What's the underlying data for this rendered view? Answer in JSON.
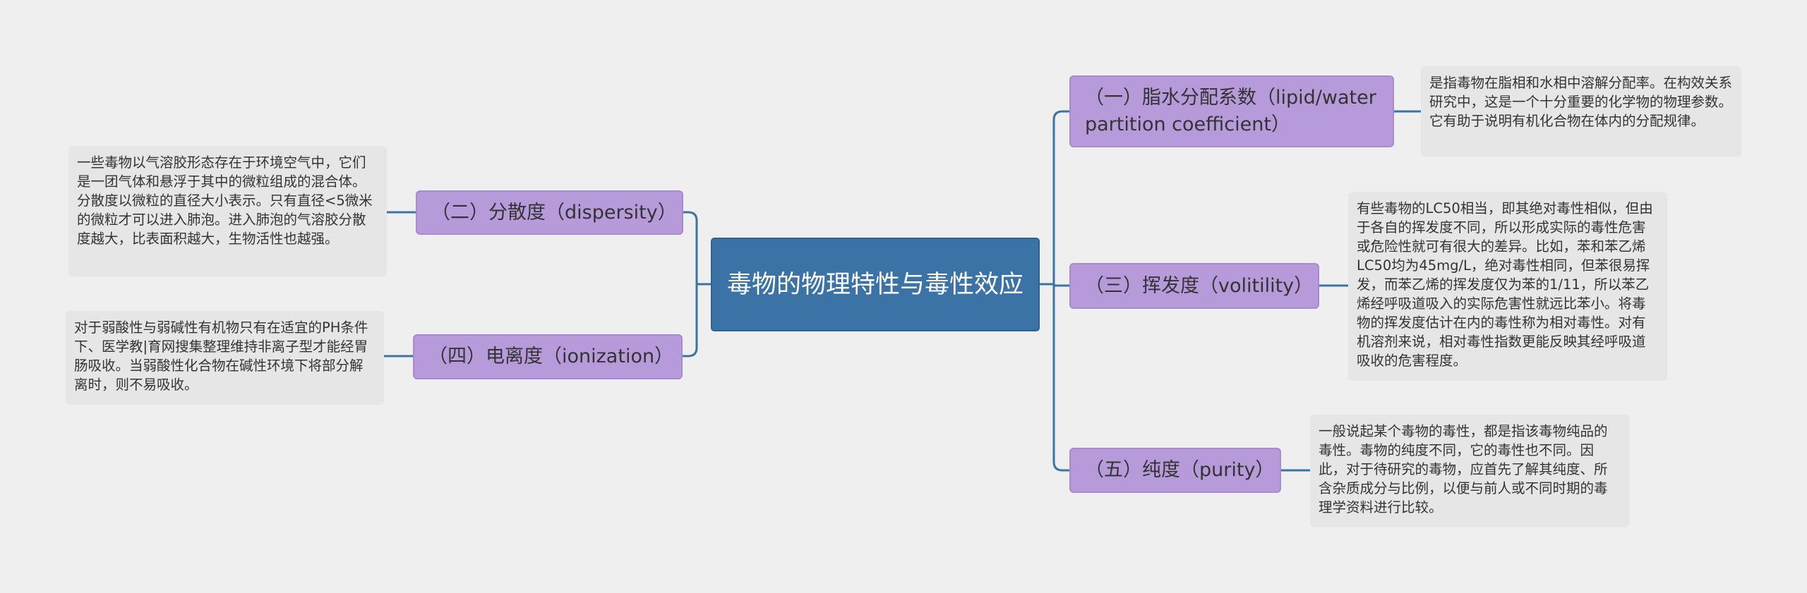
{
  "colors": {
    "background": "#efefef",
    "root_fill": "#3c73a6",
    "topic_fill": "#b69ad9",
    "leaf_fill": "#e6e6e6",
    "connector": "#3c73a6"
  },
  "root": {
    "title": "毒物的物理特性与毒性效应"
  },
  "topics": [
    {
      "label": "（一）脂水分配系数（lipid/water partition coefficient）",
      "note": "是指毒物在脂相和水相中溶解分配率。在构效关系研究中，这是一个十分重要的化学物的物理参数。它有助于说明有机化合物在体内的分配规律。"
    },
    {
      "label": "（二）分散度（dispersity）",
      "note": "一些毒物以气溶胶形态存在于环境空气中，它们是一团气体和悬浮于其中的微粒组成的混合体。分散度以微粒的直径大小表示。只有直径<5微米的微粒才可以进入肺泡。进入肺泡的气溶胶分散度越大，比表面积越大，生物活性也越强。"
    },
    {
      "label": "（三）挥发度（volitility）",
      "note": "有些毒物的LC50相当，即其绝对毒性相似，但由于各自的挥发度不同，所以形成实际的毒性危害或危险性就可有很大的差异。比如，苯和苯乙烯LC50均为45mg/L，绝对毒性相同，但苯很易挥发，而苯乙烯的挥发度仅为苯的1/11，所以苯乙烯经呼吸道吸入的实际危害性就远比苯小。将毒物的挥发度估计在内的毒性称为相对毒性。对有机溶剂来说，相对毒性指数更能反映其经呼吸道吸收的危害程度。"
    },
    {
      "label": "（四）电离度（ionization）",
      "note": "对于弱酸性与弱碱性有机物只有在适宜的PH条件下、医学教|育网搜集整理维持非离子型才能经胃肠吸收。当弱酸性化合物在碱性环境下将部分解离时，则不易吸收。"
    },
    {
      "label": "（五）纯度（purity）",
      "note": "一般说起某个毒物的毒性，都是指该毒物纯品的毒性。毒物的纯度不同，它的毒性也不同。因此，对于待研究的毒物，应首先了解其纯度、所含杂质成分与比例，以便与前人或不同时期的毒理学资料进行比较。"
    }
  ]
}
